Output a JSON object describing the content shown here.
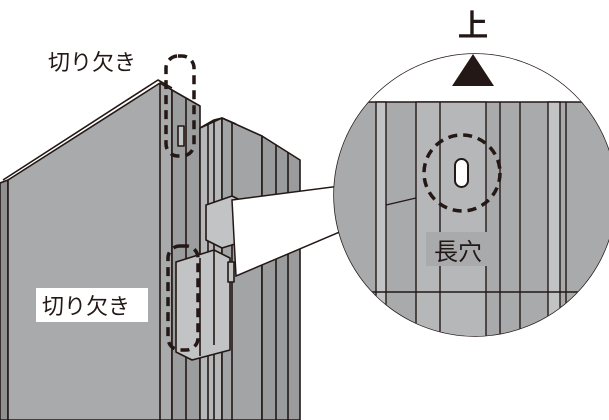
{
  "labels": {
    "notch_top": "切り欠き",
    "notch_bottom": "切り欠き",
    "direction_up": "上",
    "slot": "長穴"
  },
  "colors": {
    "outline": "#231815",
    "panel_face": "#a9aaac",
    "panel_side": "#8f9092",
    "panel_light": "#c2c3c5",
    "background": "#ffffff"
  },
  "icons": {
    "up_arrow": "up-triangle-icon",
    "notch_marker": "dashed-rounded-rectangle",
    "slot_marker": "dashed-circle"
  }
}
